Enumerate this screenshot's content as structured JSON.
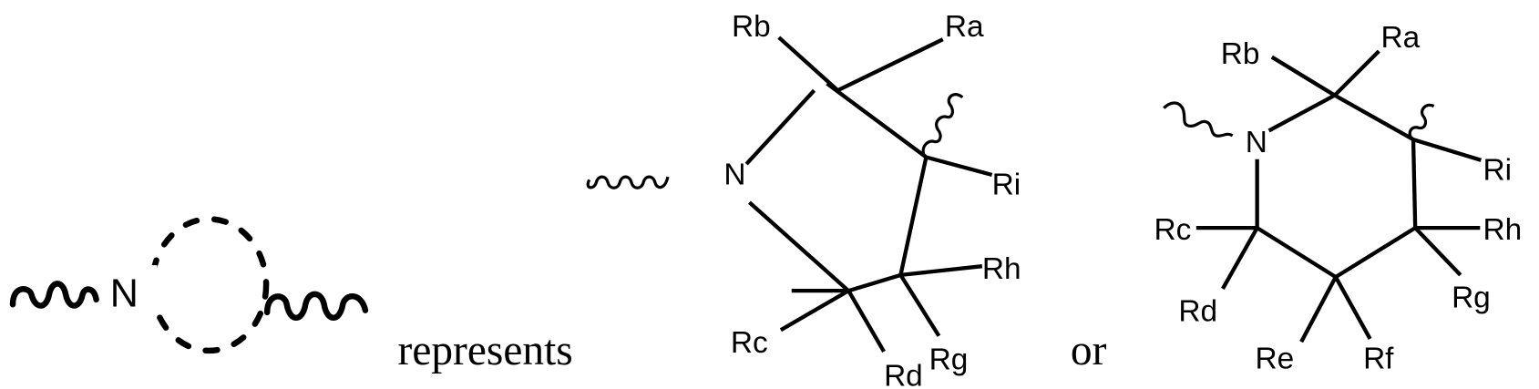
{
  "figure": {
    "generic": {
      "atom": "N"
    },
    "connector_1": "represents",
    "connector_2": "or",
    "pyrrolidine": {
      "atom": "N",
      "labels": {
        "Ra": "Ra",
        "Rb": "Rb",
        "Rc": "Rc",
        "Rd": "Rd",
        "Rg": "Rg",
        "Rh": "Rh",
        "Ri": "Ri"
      }
    },
    "piperidine": {
      "atom": "N",
      "labels": {
        "Ra": "Ra",
        "Rb": "Rb",
        "Rc": "Rc",
        "Rd": "Rd",
        "Re": "Re",
        "Rf": "Rf",
        "Rg": "Rg",
        "Rh": "Rh",
        "Ri": "Ri"
      }
    },
    "icons": [
      "wavy-bond-icon",
      "dashed-ring-icon"
    ]
  }
}
